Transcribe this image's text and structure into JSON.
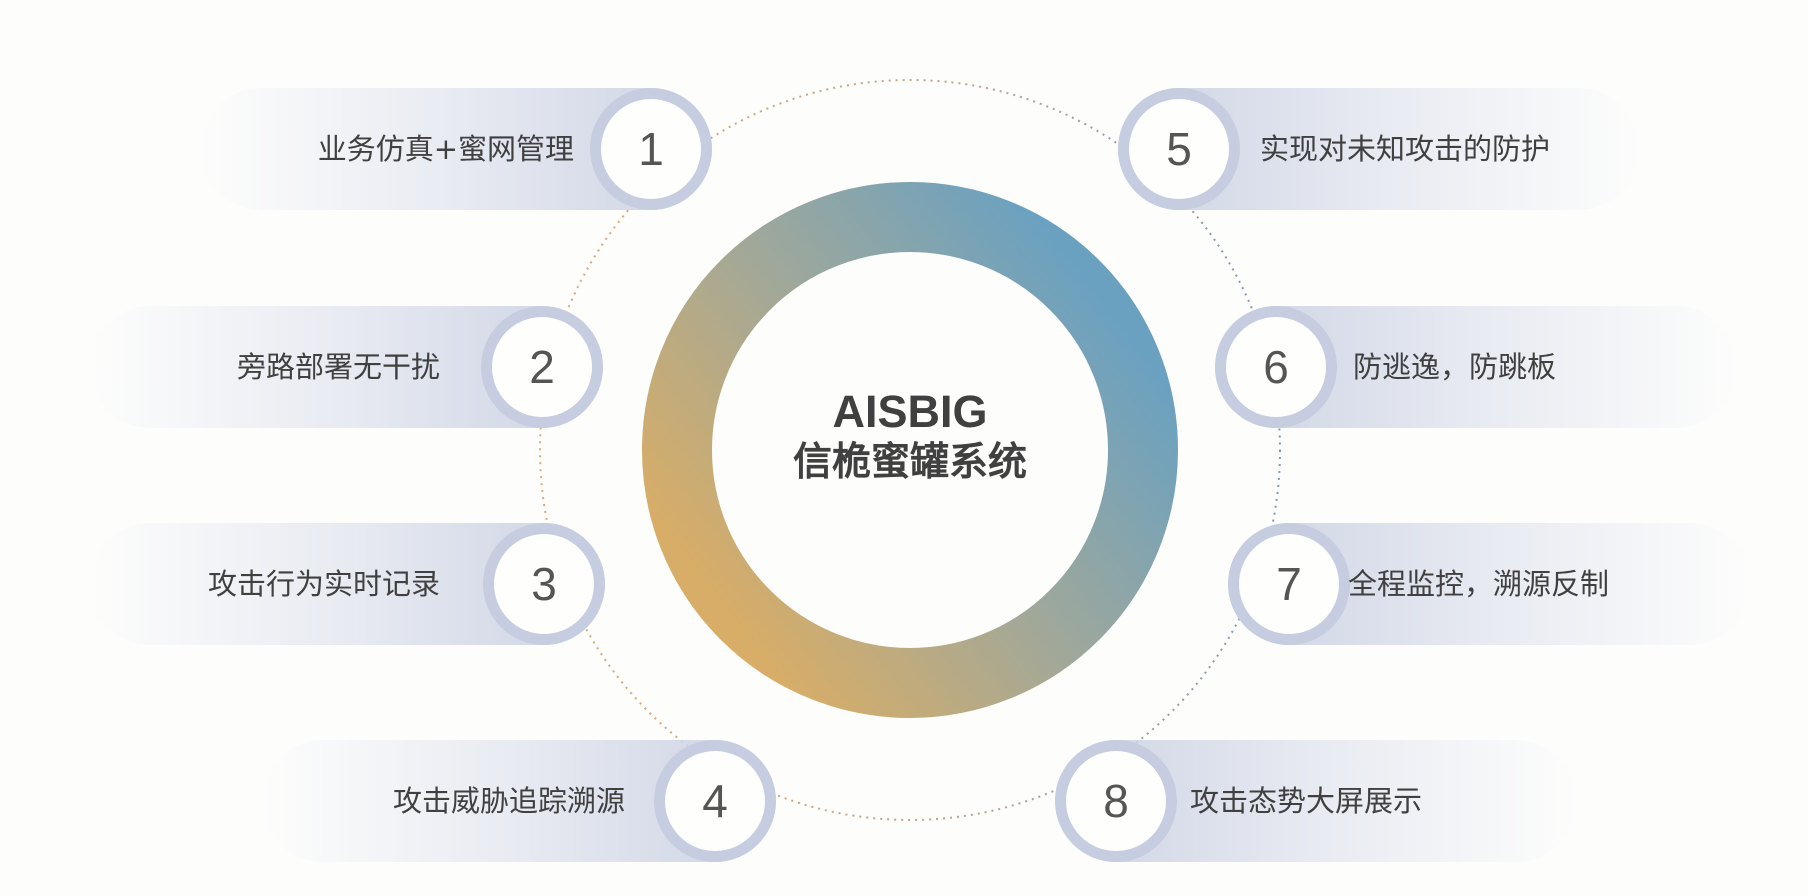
{
  "center": {
    "title_line1": "AISBIG",
    "title_line2": "信桅蜜罐系统"
  },
  "colors": {
    "ring_gradient_start": "#d8ad67",
    "ring_gradient_mid": "#a0a89a",
    "ring_gradient_end": "#6aa1c1",
    "pill_color": "#cdd3e4",
    "badge_border": "#c6cde0",
    "text": "#404040",
    "dotted_orange": "#e0a873",
    "dotted_blue": "#7f9ab8"
  },
  "features": [
    {
      "number": "1",
      "label": "业务仿真+蜜网管理"
    },
    {
      "number": "2",
      "label": "旁路部署无干扰"
    },
    {
      "number": "3",
      "label": "攻击行为实时记录"
    },
    {
      "number": "4",
      "label": "攻击威胁追踪溯源"
    },
    {
      "number": "5",
      "label": "实现对未知攻击的防护"
    },
    {
      "number": "6",
      "label": "防逃逸，防跳板"
    },
    {
      "number": "7",
      "label": "全程监控，溯源反制"
    },
    {
      "number": "8",
      "label": "攻击态势大屏展示"
    }
  ]
}
